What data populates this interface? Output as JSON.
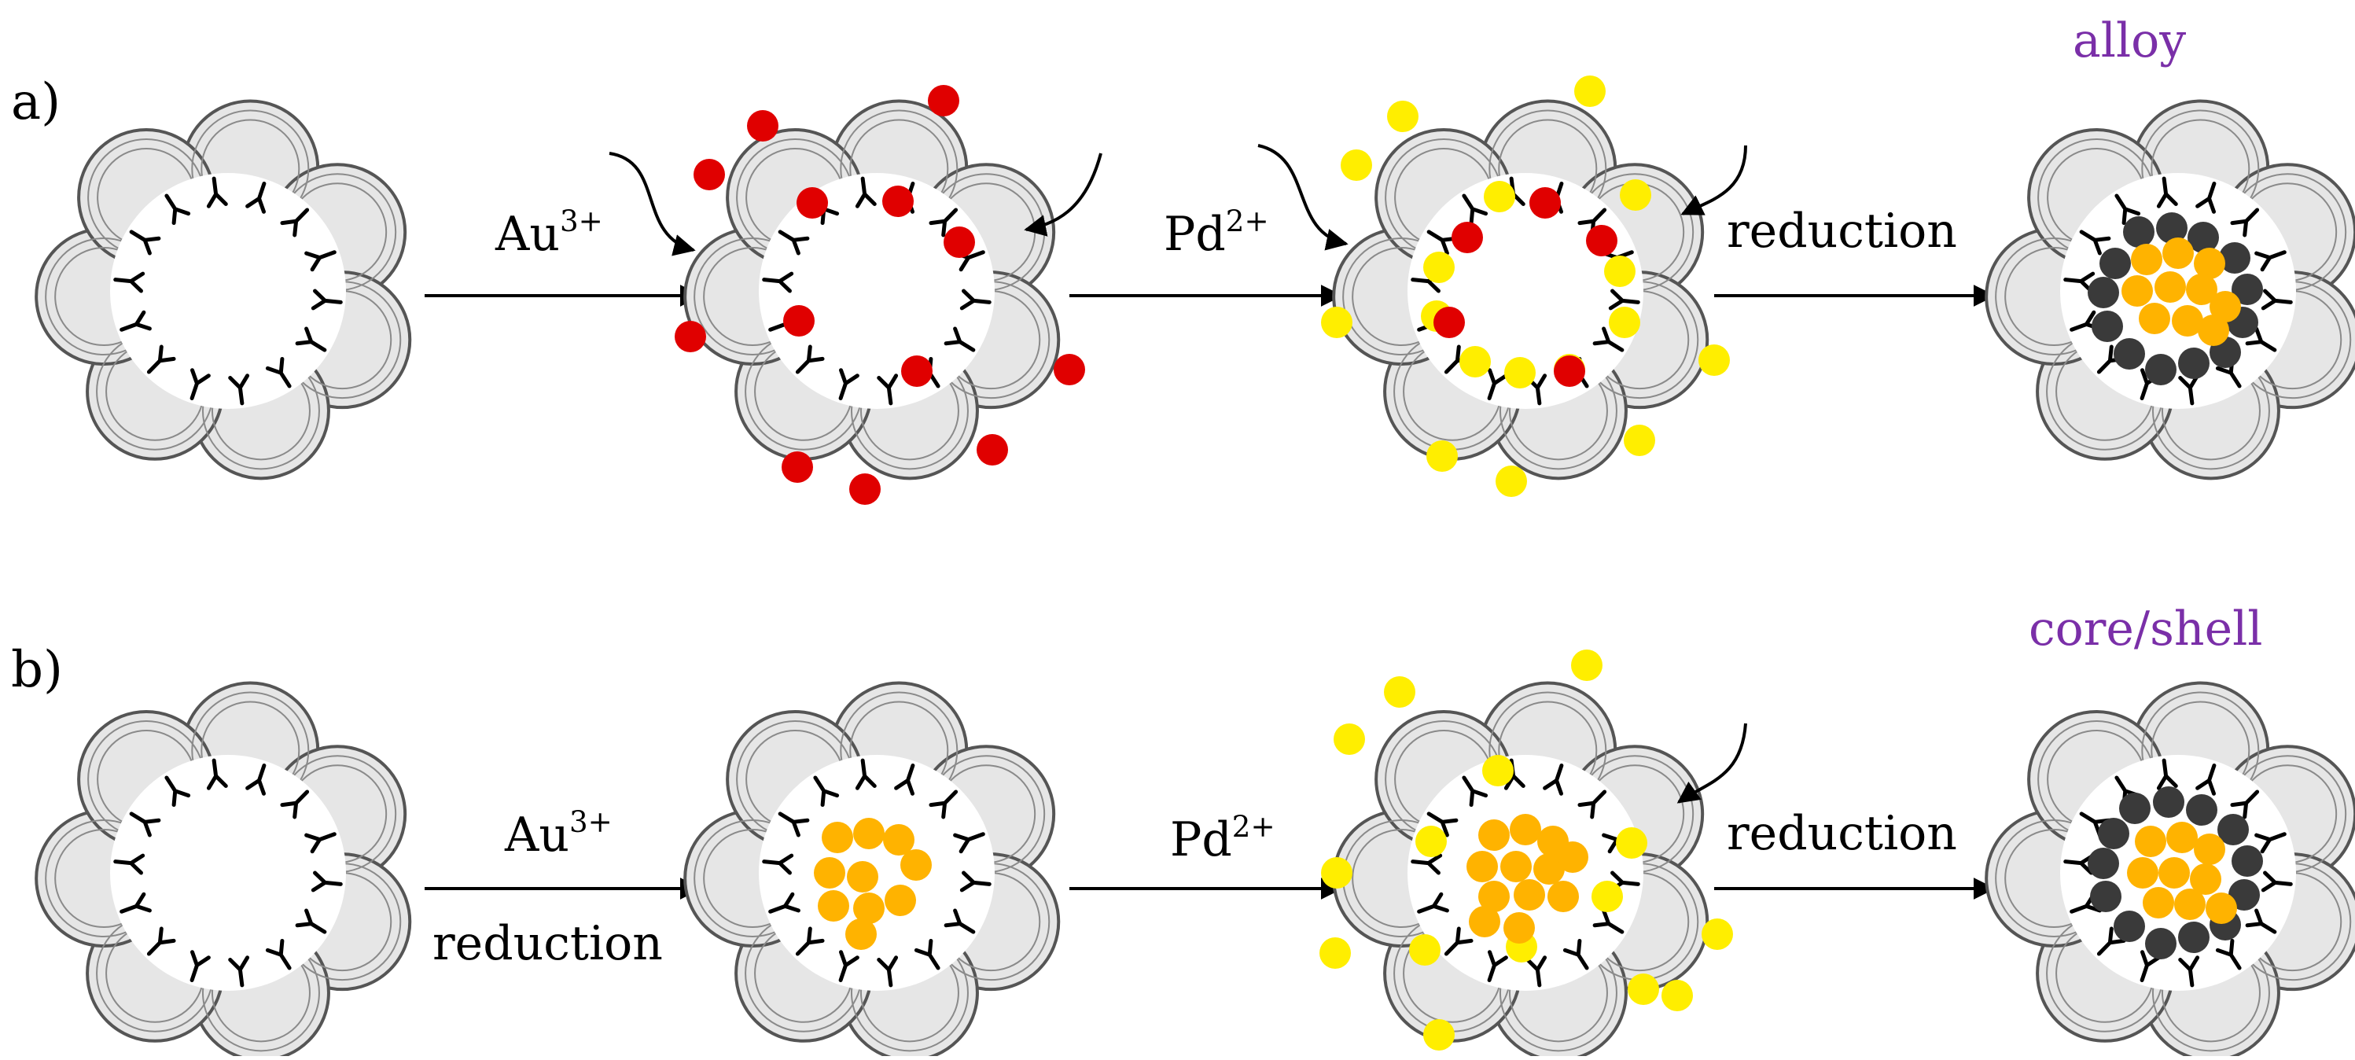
{
  "colors": {
    "au_ion": "#e00000",
    "pd_ion": "#ffee00",
    "gold_core": "#ffb300",
    "pd_shell": "#3a3a3a",
    "outcome_text": "#7a2fa8",
    "ring_fill": "#e6e6e6",
    "ring_stroke": "#555555",
    "text": "#000000"
  },
  "icons": {
    "ligand": "y-shaped-ligand-icon",
    "cage": "protein-cage-icon",
    "ion_au": "au-ion-dot",
    "ion_pd": "pd-ion-dot",
    "nanoparticle": "metal-atom-dot"
  },
  "panels": [
    {
      "label": "a)",
      "steps": [
        {
          "reagent": "Au",
          "charge": "3+",
          "below": ""
        },
        {
          "reagent": "Pd",
          "charge": "2+",
          "below": ""
        },
        {
          "reagent": "reduction",
          "charge": "",
          "below": ""
        }
      ],
      "outcome": "alloy"
    },
    {
      "label": "b)",
      "steps": [
        {
          "reagent": "Au",
          "charge": "3+",
          "below": "reduction"
        },
        {
          "reagent": "Pd",
          "charge": "2+",
          "below": ""
        },
        {
          "reagent": "reduction",
          "charge": "",
          "below": ""
        }
      ],
      "outcome": "core/shell"
    }
  ]
}
